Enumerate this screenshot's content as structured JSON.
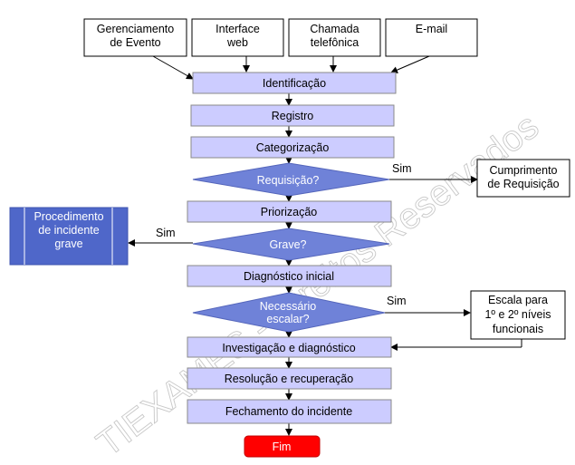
{
  "sources": [
    {
      "line1": "Gerenciamento",
      "line2": "de Evento"
    },
    {
      "line1": "Interface",
      "line2": "web"
    },
    {
      "line1": "Chamada",
      "line2": "telefônica"
    },
    {
      "line1": "E-mail",
      "line2": ""
    }
  ],
  "steps": {
    "identificacao": "Identificação",
    "registro": "Registro",
    "categorizacao": "Categorização",
    "priorizacao": "Priorização",
    "diagnostico_inicial": "Diagnóstico inicial",
    "investigacao": "Investigação e diagnóstico",
    "resolucao": "Resolução e recuperação",
    "fechamento": "Fechamento do incidente"
  },
  "decisions": {
    "requisicao": {
      "label": "Requisição?",
      "yes": "Sim"
    },
    "grave": {
      "label": "Grave?",
      "yes": "Sim"
    },
    "escalar": {
      "line1": "Necessário",
      "line2": "escalar?",
      "yes": "Sim"
    }
  },
  "side_boxes": {
    "cumprimento": {
      "line1": "Cumprimento",
      "line2": "de Requisição"
    },
    "procedimento": {
      "line1": "Procedimento",
      "line2": "de incidente",
      "line3": "grave"
    },
    "escala": {
      "line1": "Escala para",
      "line2": "1º e 2º níveis",
      "line3": "funcionais"
    }
  },
  "end": {
    "label": "Fim"
  },
  "watermark": "TIEXAMES - Direitos Reservados",
  "colors": {
    "step_fill": "#ccccff",
    "decision_fill": "#6f82d8",
    "procedure_fill": "#4f67c9",
    "end_fill": "#ff0000"
  }
}
